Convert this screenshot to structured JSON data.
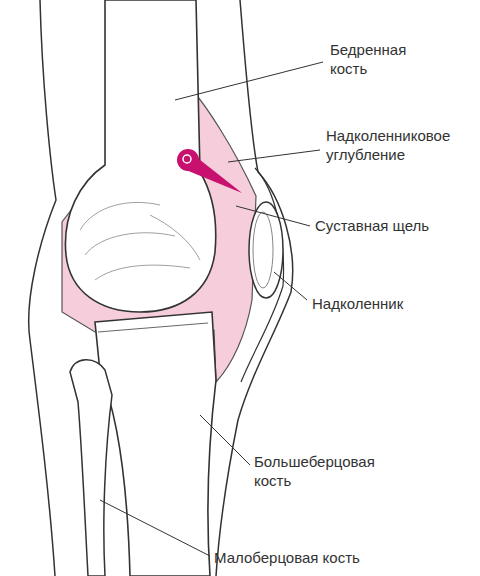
{
  "diagram": {
    "labels": [
      "Бедренная кость",
      "Надколенниковое углубление",
      "Суставная щель",
      "Надколенник",
      "Большеберцовая кость",
      "Малоберцовая кость"
    ]
  }
}
